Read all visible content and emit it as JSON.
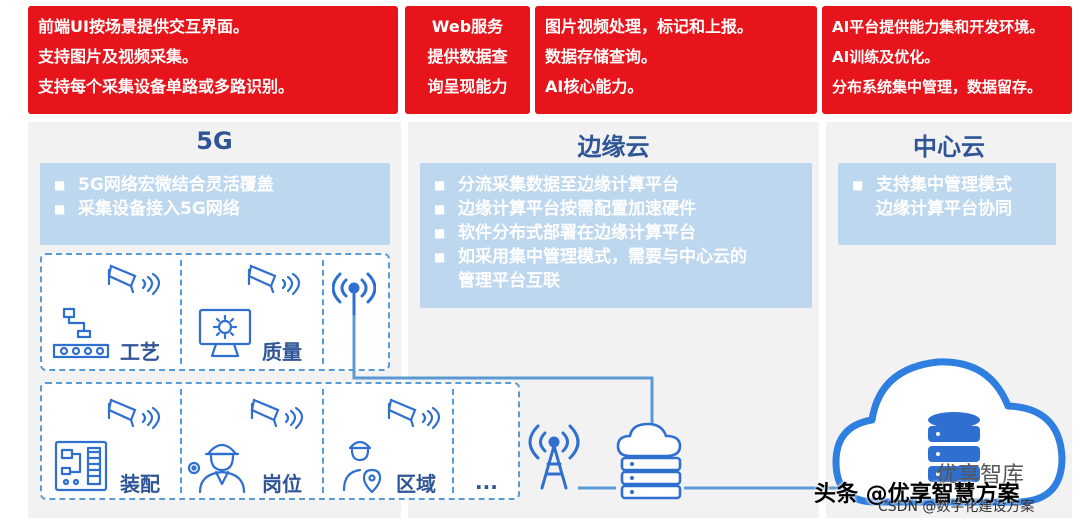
{
  "top": {
    "box1": [
      "前端UI按场景提供交互界面。",
      "支持图片及视频采集。",
      "支持每个采集设备单路或多路识别。"
    ],
    "box2": [
      "Web服务",
      "提供数据查",
      "询呈现能力"
    ],
    "box3": [
      "图片视频处理，标记和上报。",
      "数据存储查询。",
      "AI核心能力。"
    ],
    "box4": [
      "AI平台提供能力集和开发环境。",
      "AI训练及优化。",
      "分布系统集中管理，数据留存。"
    ]
  },
  "panels": {
    "left": {
      "title": "5G",
      "bullets": [
        "5G网络宏微结合灵活覆盖",
        "采集设备接入5G网络"
      ]
    },
    "middle": {
      "title": "边缘云",
      "bullets": [
        "分流采集数据至边缘计算平台",
        "边缘计算平台按需配置加速硬件",
        "软件分布式部署在边缘计算平台",
        "如采用集中管理模式，需要与中心云的",
        "管理平台互联"
      ]
    },
    "right": {
      "title": "中心云",
      "bullets": [
        "支持集中管理模式",
        "边缘计算平台协同"
      ]
    }
  },
  "scenes": {
    "row1": [
      "工艺",
      "质量"
    ],
    "row2": [
      "装配",
      "岗位",
      "区域",
      "..."
    ]
  },
  "watermark": {
    "line1": "头条 @优享智慧方案",
    "line2": "CSDN @数字化建设方案",
    "line3": "优享智库"
  },
  "colors": {
    "red": "#e8141b",
    "title_blue": "#2f5597",
    "light_blue": "#bdd7ee",
    "line_blue": "#5b9bd5"
  }
}
